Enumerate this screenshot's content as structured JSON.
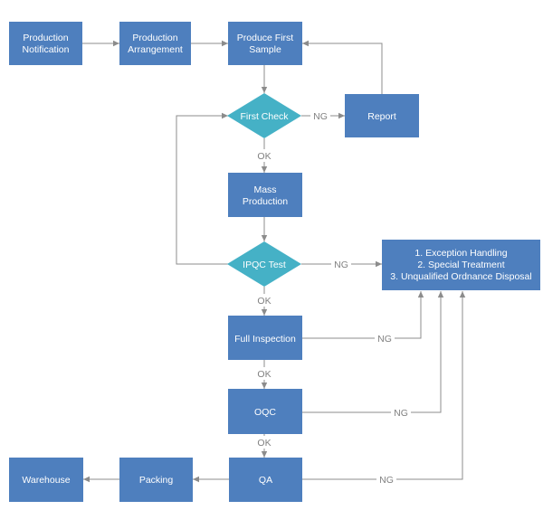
{
  "colors": {
    "process": "#4e7fbe",
    "decision": "#45b1c6",
    "connector": "#8c8c8c",
    "edge_label": "#808080",
    "node_text": "#ffffff"
  },
  "nodes": {
    "production_notification": {
      "lines": [
        "Production",
        "Notification"
      ]
    },
    "production_arrangement": {
      "lines": [
        "Production",
        "Arrangement"
      ]
    },
    "produce_first_sample": {
      "lines": [
        "Produce First",
        "Sample"
      ]
    },
    "first_check": {
      "lines": [
        "First Check"
      ]
    },
    "report": {
      "lines": [
        "Report"
      ]
    },
    "mass_production": {
      "lines": [
        "Mass",
        "Production"
      ]
    },
    "ipqc_test": {
      "lines": [
        "IPQC Test"
      ]
    },
    "exception_handling": {
      "lines": [
        "1. Exception Handling",
        "2. Special Treatment",
        "3. Unqualified Ordnance Disposal"
      ]
    },
    "full_inspection": {
      "lines": [
        "Full Inspection"
      ]
    },
    "oqc": {
      "lines": [
        "OQC"
      ]
    },
    "qa": {
      "lines": [
        "QA"
      ]
    },
    "packing": {
      "lines": [
        "Packing"
      ]
    },
    "warehouse": {
      "lines": [
        "Warehouse"
      ]
    }
  },
  "edge_labels": {
    "first_check_ng": "NG",
    "first_check_ok": "OK",
    "ipqc_ng": "NG",
    "ipqc_ok": "OK",
    "full_inspection_ng": "NG",
    "full_inspection_ok": "OK",
    "oqc_ng": "NG",
    "oqc_ok": "OK",
    "qa_ng": "NG"
  }
}
